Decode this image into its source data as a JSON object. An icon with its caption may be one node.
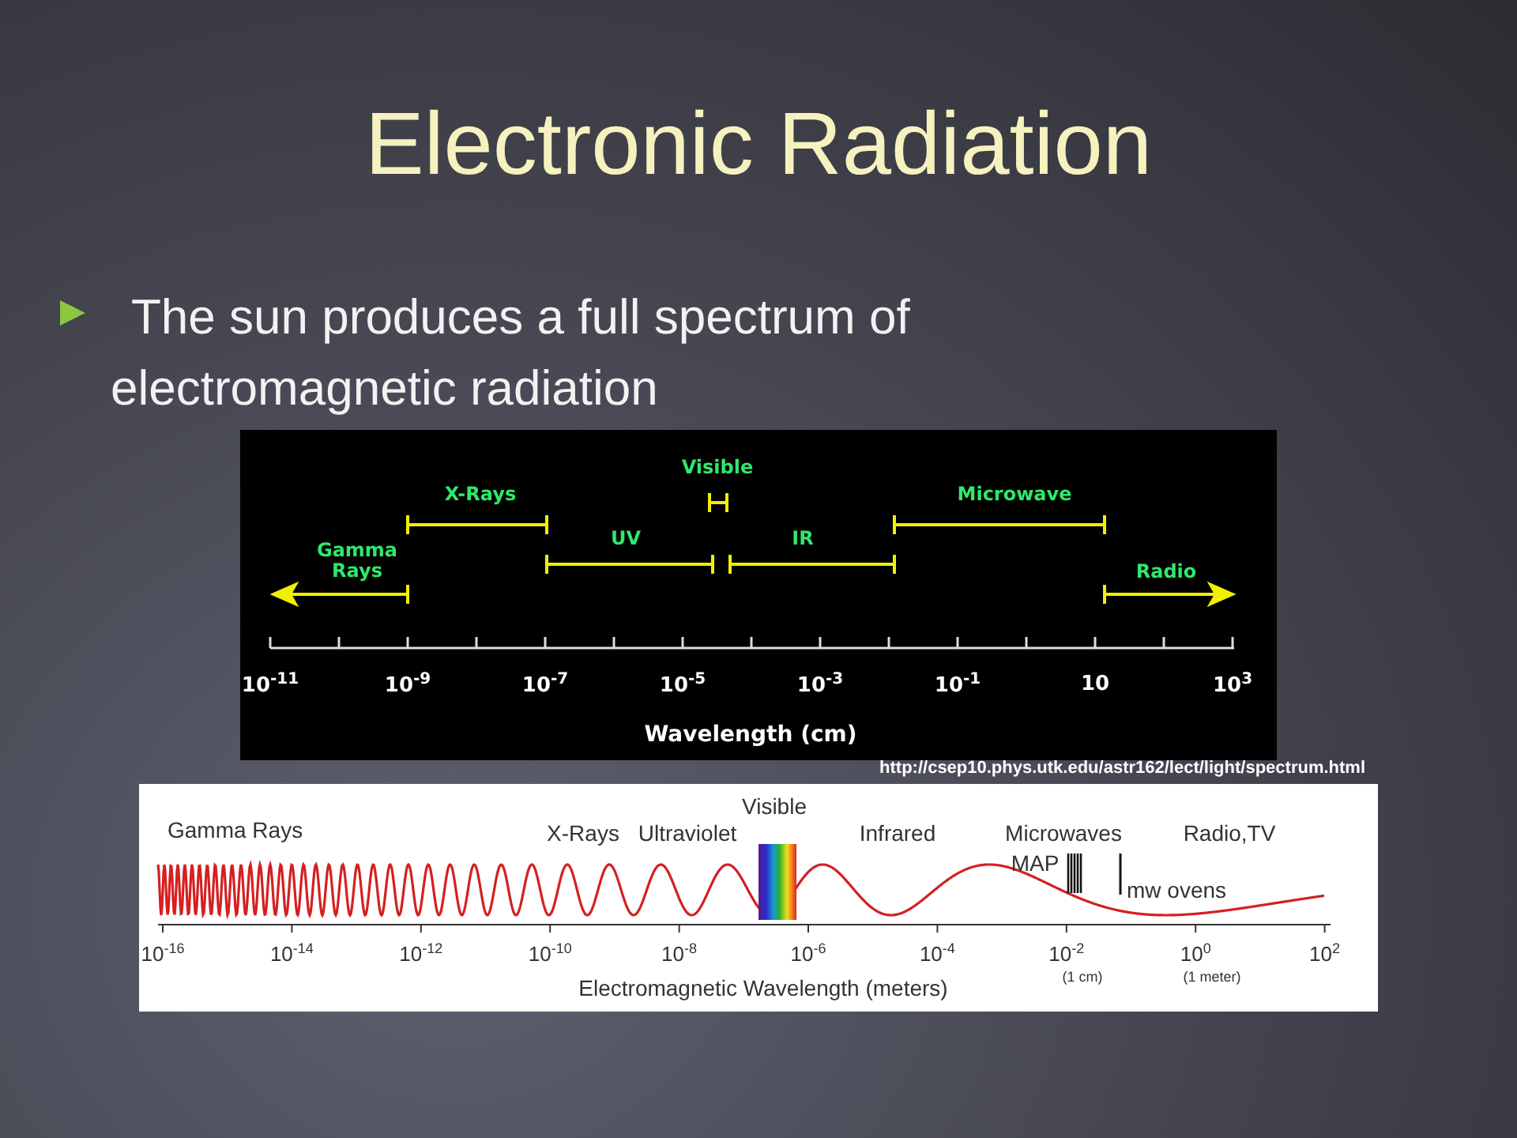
{
  "diagram": {
    "title": "Electronic Radiation",
    "labels": [
      "The sun produces a full spectrum of electromagnetic radiation",
      "Visible",
      "X-Rays",
      "Microwave",
      "UV",
      "IR",
      "Gamma Rays",
      "Radio",
      "10$^{-11}$",
      "10$^{-9}$",
      "10$^{-7}$",
      "10$^{-5}$",
      "10$^{-3}$",
      "10$^{-1}$",
      "10",
      "10$^{3}$",
      "Wavelength (cm)",
      "http://csep10.phys.utk.edu/astr162/lect/light/spectrum.html",
      "Gamma Rays",
      "Visible",
      "X-Rays",
      "Ultraviolet",
      "Infrared",
      "Microwaves",
      "Radio,TV",
      "MAP",
      "mw ovens",
      "10$^{-16}$",
      "10$^{-14}$",
      "10$^{-12}$",
      "10$^{-10}$",
      "10$^{-8}$",
      "10$^{-6}$",
      "10$^{-4}$",
      "10$^{-2}$",
      "10$^{0}$",
      "10$^{2}$",
      "(1 cm)",
      "(1 meter)",
      "Electromagnetic Wavelength (meters)"
    ]
  }
}
